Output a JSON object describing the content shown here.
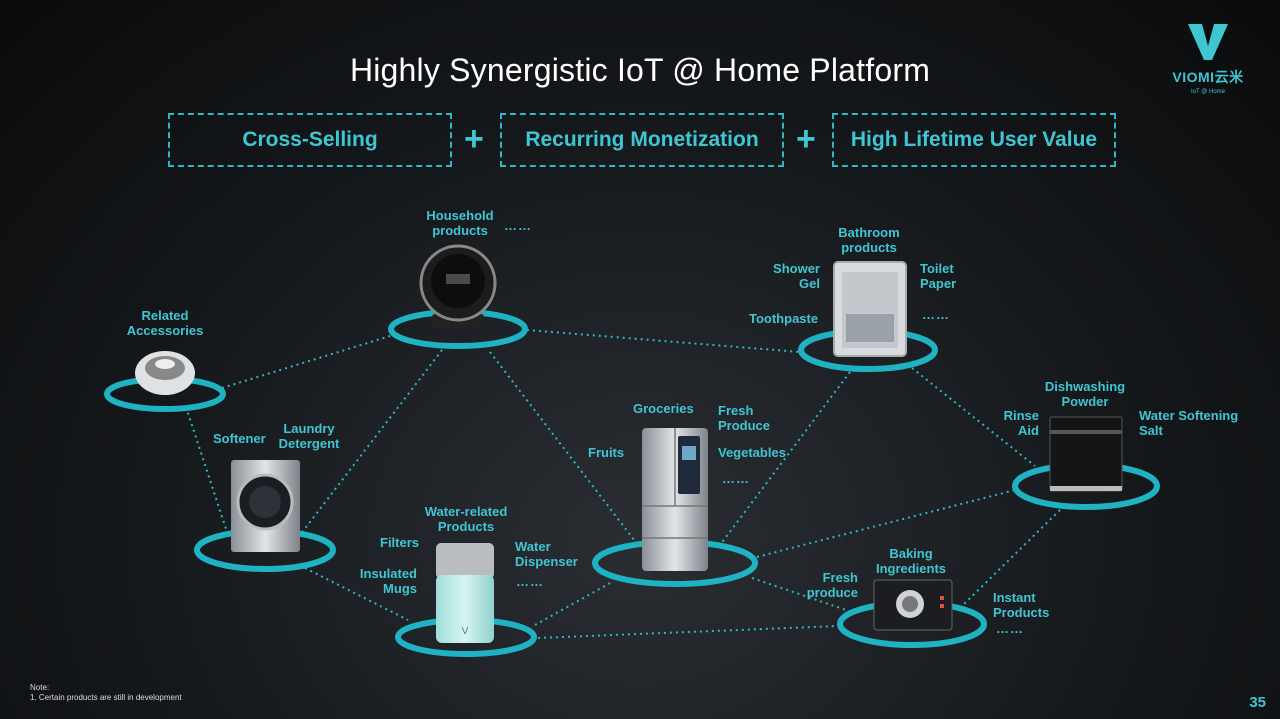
{
  "title": "Highly Synergistic IoT @ Home Platform",
  "logo": {
    "text": "VIOMI云米",
    "subtitle": "IoT @ Home"
  },
  "pillars": [
    "Cross-Selling",
    "Recurring Monetization",
    "High Lifetime User Value"
  ],
  "plus": "+",
  "labels": {
    "household": "Household\nproducts",
    "accessories": "Related\nAccessories",
    "softener": "Softener",
    "laundry": "Laundry\nDetergent",
    "water_related": "Water-related\nProducts",
    "filters": "Filters",
    "water_dispenser": "Water\nDispenser",
    "insulated_mugs": "Insulated\nMugs",
    "groceries": "Groceries",
    "fresh_produce_fridge": "Fresh\nProduce",
    "vegetables": "Vegetables",
    "fruits": "Fruits",
    "bathroom": "Bathroom\nproducts",
    "shower_gel": "Shower\nGel",
    "toilet_paper": "Toilet\nPaper",
    "toothpaste": "Toothpaste",
    "dishwashing": "Dishwashing\nPowder",
    "rinse_aid": "Rinse\nAid",
    "softening_salt": "Water Softening\nSalt",
    "baking": "Baking\nIngredients",
    "fresh_produce_oven": "Fresh\nproduce",
    "instant": "Instant\nProducts"
  },
  "ellipsis": "……",
  "note": {
    "heading": "Note:",
    "line1": "1. Certain products are still in development"
  },
  "page_number": "35",
  "colors": {
    "accent": "#3fc6d2",
    "ring": "#1fb2c2"
  }
}
